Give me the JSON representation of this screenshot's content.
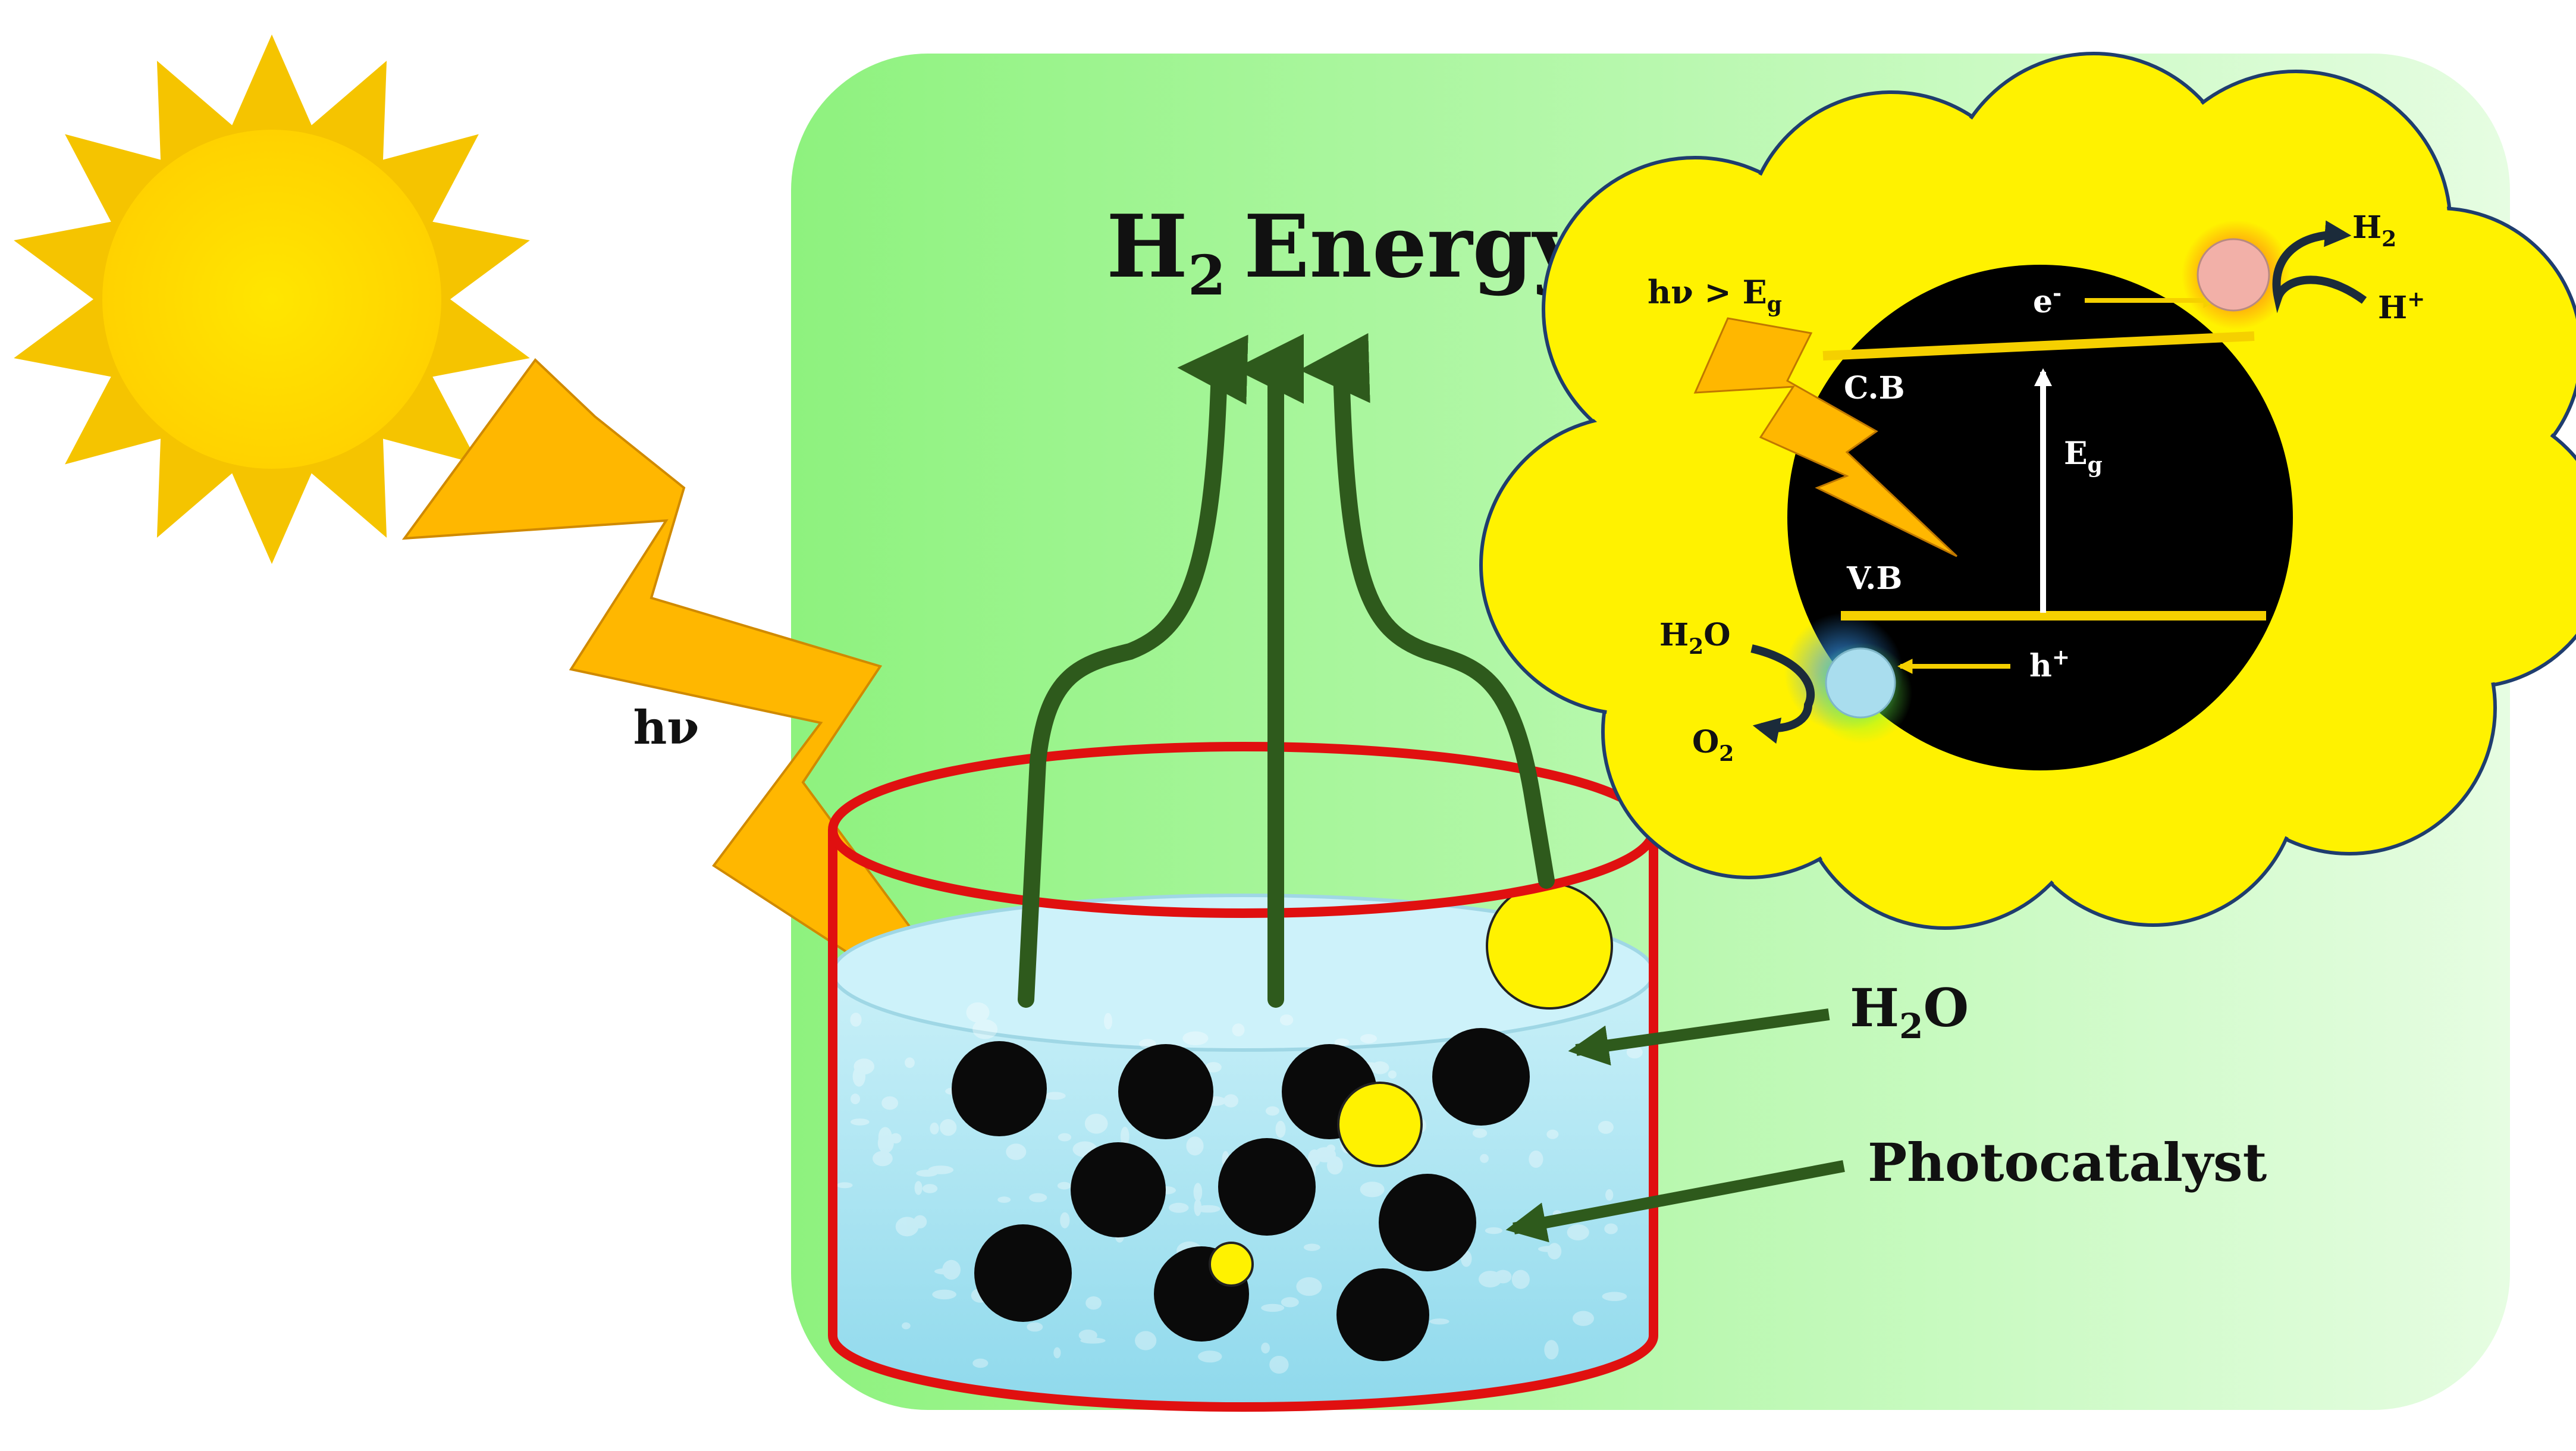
{
  "labels": {
    "title_main": "H",
    "title_sub": "2",
    "title_word": "Energy",
    "photon": "hν",
    "water_main": "H",
    "water_sub": "2",
    "water_tail": "O",
    "photocatalyst": "Photocatalyst"
  },
  "inset": {
    "excitation_main": "hν > E",
    "excitation_sub": "g",
    "electron_main": "e",
    "electron_sup": "-",
    "conduction_band": "C.B",
    "valence_band": "V.B",
    "gap_main": "E",
    "gap_sub": "g",
    "hole_main": "h",
    "hole_sup": "+",
    "h2_main": "H",
    "h2_sub": "2",
    "proton_main": "H",
    "proton_sup": "+",
    "water_main": "H",
    "water_sub": "2",
    "water_tail": "O",
    "oxygen_main": "O",
    "oxygen_sub": "2"
  },
  "colors": {
    "sun": "#FFD700",
    "sun_rays": "#F5C400",
    "bolt": "#FFB700",
    "arrows": "#2E5A1C",
    "beaker_rim": "#E01010",
    "water": "#A8E4F0",
    "particle": "#0A0A0A",
    "cloud": "#FFF200",
    "band": "#F5D000",
    "background_green": "#9EF58E"
  }
}
